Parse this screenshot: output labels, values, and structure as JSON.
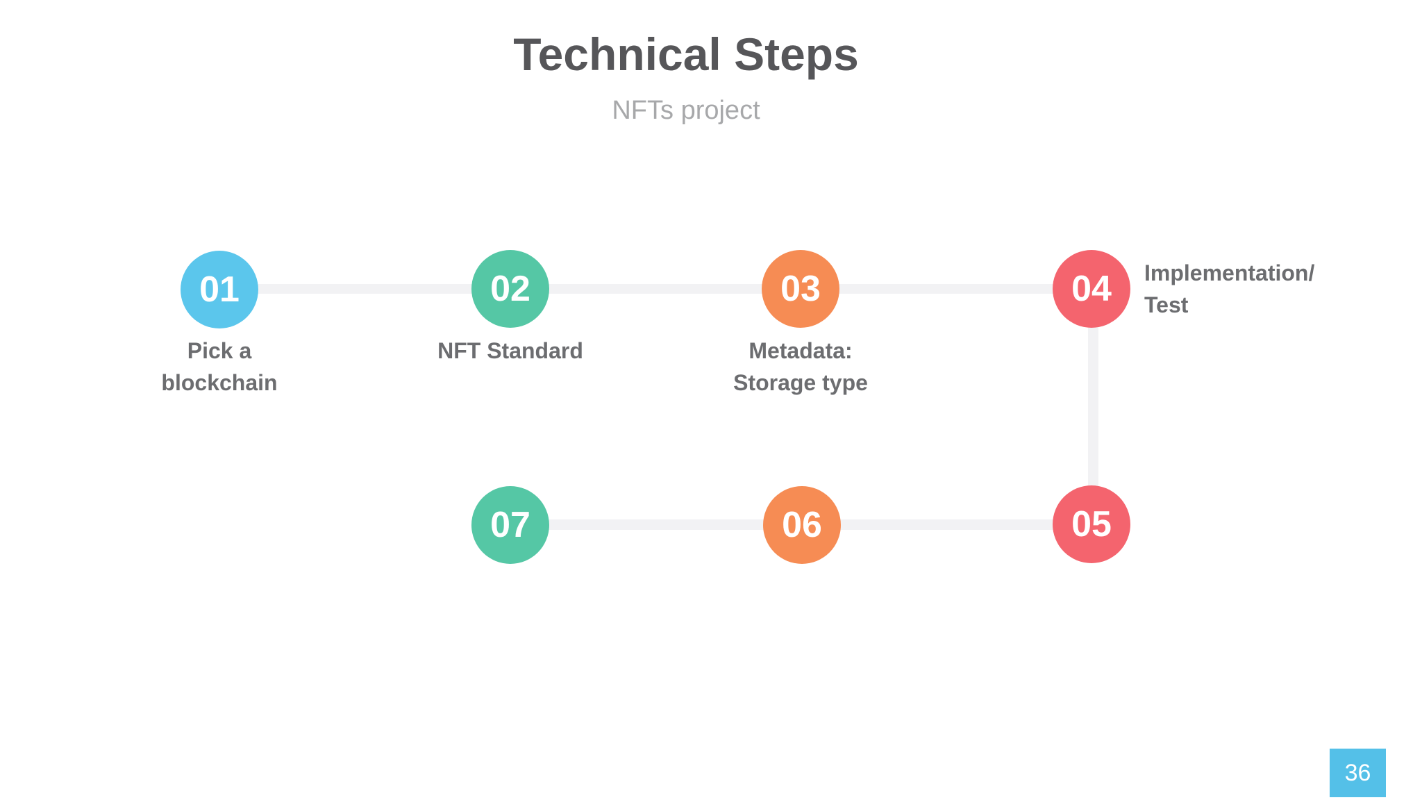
{
  "slide": {
    "title": "Technical Steps",
    "subtitle": "NFTs project",
    "page_number": "36"
  },
  "colors": {
    "step_blue": "#5bc6ec",
    "step_green": "#55c7a5",
    "step_orange": "#f68c54",
    "step_red": "#f4646e",
    "connector_gray": "#f2f2f4",
    "title_text": "#565659",
    "subtitle_text": "#a7a8aa",
    "label_text": "#6c6d70",
    "page_badge_bg": "#54c0e8"
  },
  "steps": [
    {
      "number": "01",
      "label": "Pick a\nblockchain",
      "color": "#5bc6ec"
    },
    {
      "number": "02",
      "label": "NFT Standard",
      "color": "#55c7a5"
    },
    {
      "number": "03",
      "label": "Metadata:\nStorage type",
      "color": "#f68c54"
    },
    {
      "number": "04",
      "label": "Implementation/\nTest",
      "color": "#f4646e"
    },
    {
      "number": "05",
      "label": "",
      "color": "#f4646e"
    },
    {
      "number": "06",
      "label": "",
      "color": "#f68c54"
    },
    {
      "number": "07",
      "label": "",
      "color": "#55c7a5"
    }
  ]
}
